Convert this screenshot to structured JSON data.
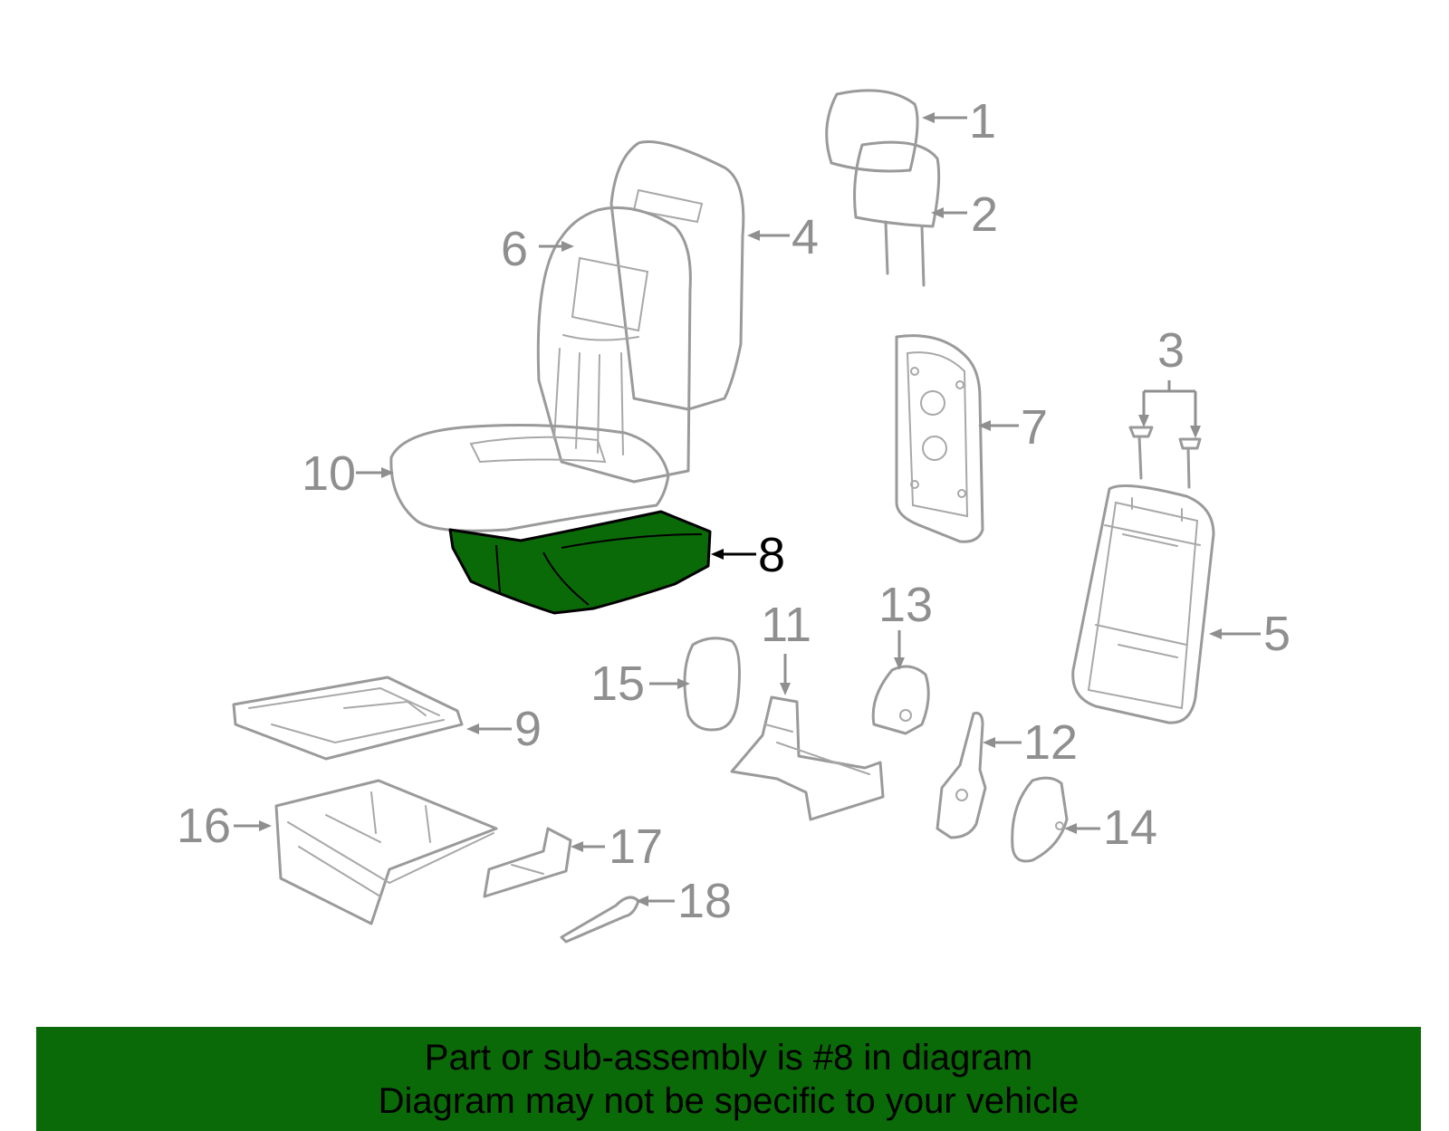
{
  "diagram": {
    "highlight_color": "#0b6a08",
    "highlighted_part": "8",
    "callouts": [
      "1",
      "2",
      "3",
      "4",
      "5",
      "6",
      "7",
      "8",
      "9",
      "10",
      "11",
      "12",
      "13",
      "14",
      "15",
      "16",
      "17",
      "18"
    ]
  },
  "banner": {
    "line1": "Part or sub-assembly is #8 in diagram",
    "line2": "Diagram may not be specific to your vehicle",
    "color": "#0b6a08"
  }
}
